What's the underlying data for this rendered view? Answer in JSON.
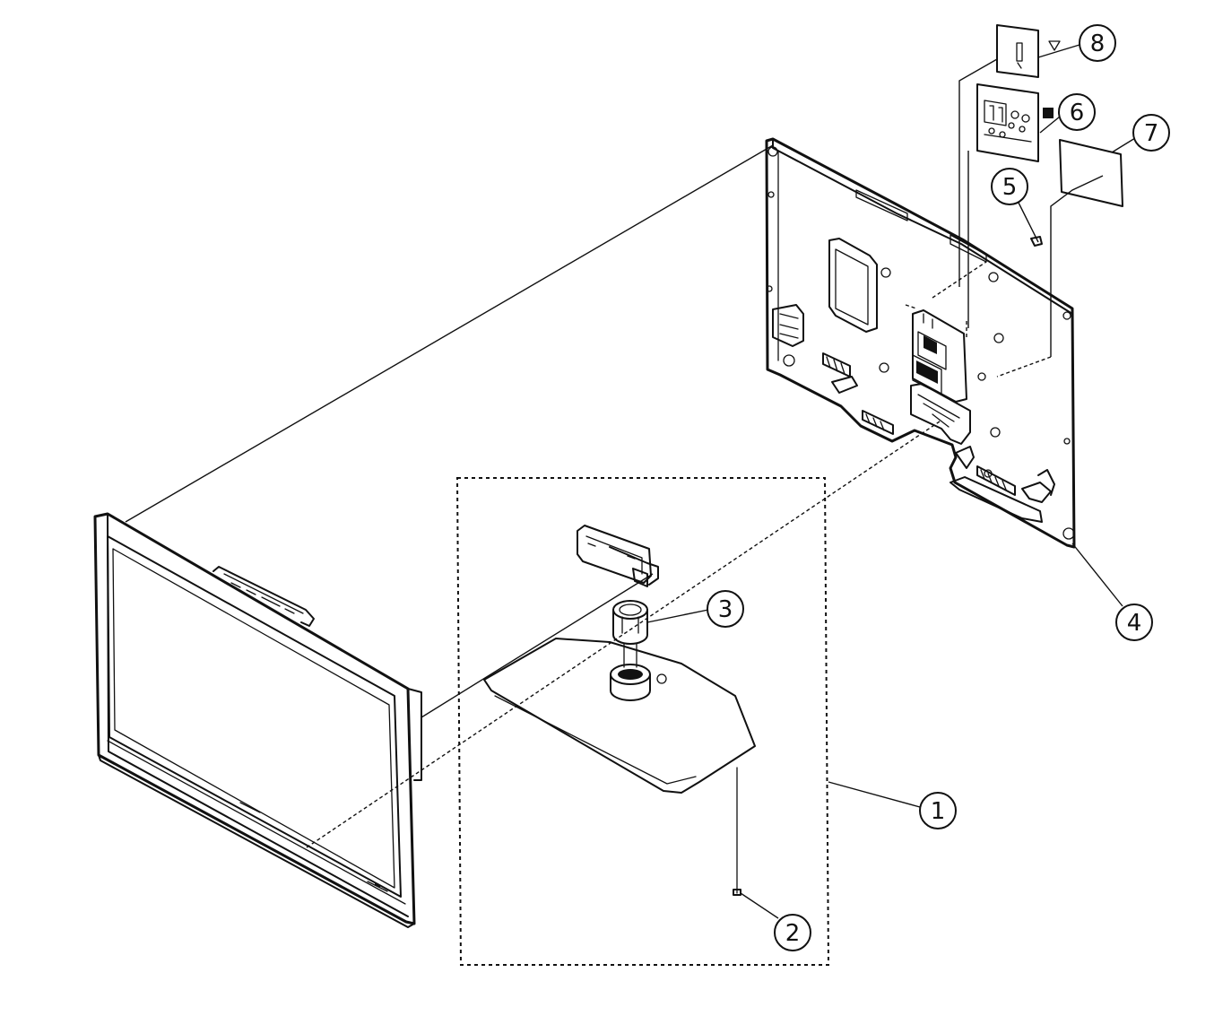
{
  "callouts": [
    {
      "id": "1",
      "label": "1",
      "part": "stand-assembly"
    },
    {
      "id": "2",
      "label": "2",
      "part": "stand-screw"
    },
    {
      "id": "3",
      "label": "3",
      "part": "stand-neck-cover"
    },
    {
      "id": "4",
      "label": "4",
      "part": "rear-cabinet"
    },
    {
      "id": "5",
      "label": "5",
      "part": "rear-cabinet-screw"
    },
    {
      "id": "6",
      "label": "6",
      "part": "terminal-label"
    },
    {
      "id": "7",
      "label": "7",
      "part": "caution-label"
    },
    {
      "id": "8",
      "label": "8",
      "part": "rating-label"
    }
  ]
}
